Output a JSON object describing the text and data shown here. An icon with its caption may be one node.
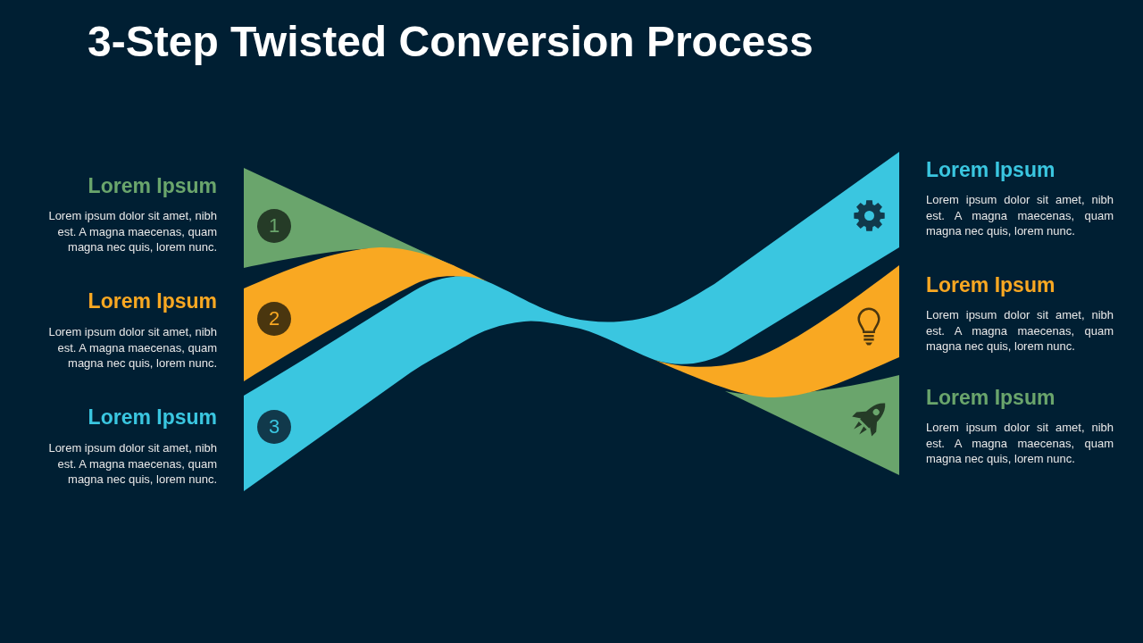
{
  "diagram": {
    "title": "3-Step Twisted Conversion Process",
    "nodes": [
      {
        "text": [
          "1"
        ],
        "beside": [
          "Lorem Ipsum",
          "Lorem ipsum dolor sit amet, nibh est. A magna maecenas, quam magna nec quis, lorem nunc."
        ]
      },
      {
        "text": [
          "2"
        ],
        "beside": [
          "Lorem Ipsum",
          "Lorem ipsum dolor sit amet, nibh est. A magna maecenas, quam magna nec quis, lorem nunc."
        ]
      },
      {
        "text": [
          "3"
        ],
        "beside": [
          "Lorem Ipsum",
          "Lorem ipsum dolor sit amet, nibh est. A magna maecenas, quam magna nec quis, lorem nunc."
        ]
      }
    ],
    "labels": [
      "Lorem Ipsum",
      "Lorem ipsum dolor sit amet, nibh est. A magna maecenas, quam magna nec quis, lorem nunc.",
      "Lorem Ipsum",
      "Lorem ipsum dolor sit amet, nibh est. A magna maecenas, quam magna nec quis, lorem nunc.",
      "Lorem Ipsum",
      "Lorem ipsum dolor sit amet, nibh est. A magna maecenas, quam magna nec quis, lorem nunc."
    ]
  }
}
